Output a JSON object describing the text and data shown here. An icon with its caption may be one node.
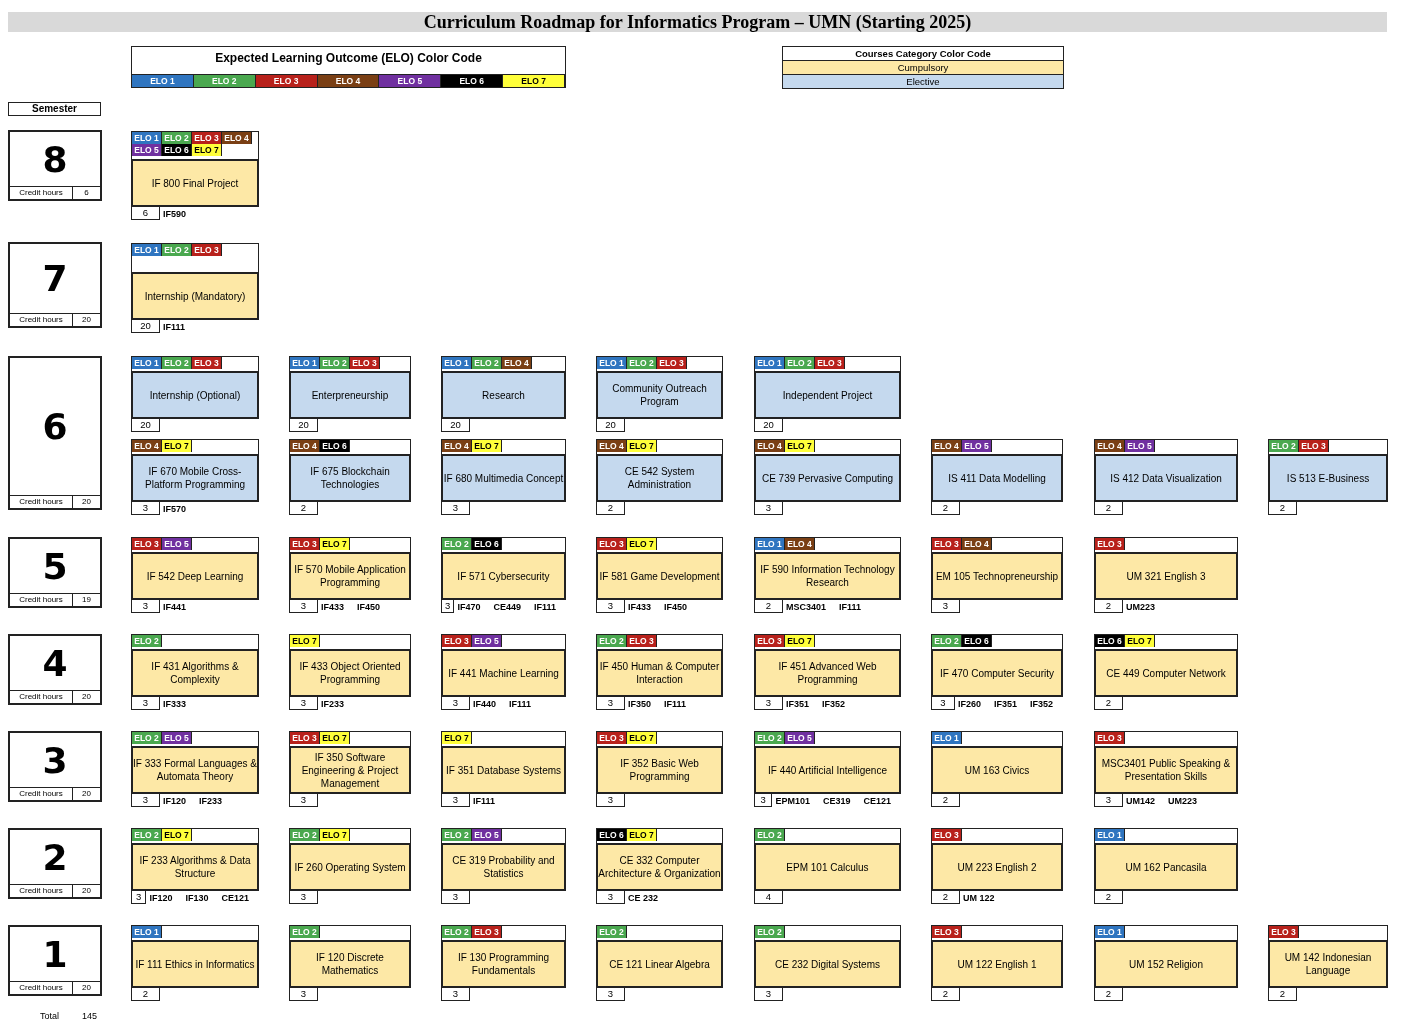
{
  "diagram": {
    "title": "Curriculum Roadmap for Informatics Program – UMN (Starting 2025)",
    "nodes": [
      {
        "text": [
          "8",
          "Credit hours",
          "6"
        ]
      },
      {
        "text": [
          "IF 800 Final Project"
        ],
        "beside": [
          "ELO 1",
          "ELO 2",
          "ELO 3",
          "ELO 4",
          "ELO 5",
          "ELO 6",
          "ELO 7",
          "6",
          "IF590"
        ]
      },
      {
        "text": [
          "7",
          "Credit hours",
          "20"
        ]
      },
      {
        "text": [
          "Internship (Mandatory)"
        ],
        "beside": [
          "ELO 1",
          "ELO 2",
          "ELO 3",
          "20",
          "IF111"
        ]
      },
      {
        "text": [
          "6",
          "Credit hours",
          "20"
        ]
      },
      {
        "text": [
          "Internship (Optional)"
        ],
        "beside": [
          "ELO 1",
          "ELO 2",
          "ELO 3",
          "20"
        ]
      },
      {
        "text": [
          "Enterpreneurship"
        ],
        "beside": [
          "ELO 1",
          "ELO 2",
          "ELO 3",
          "20"
        ]
      },
      {
        "text": [
          "Research"
        ],
        "beside": [
          "ELO 1",
          "ELO 2",
          "ELO 4",
          "20"
        ]
      },
      {
        "text": [
          "Community Outreach Program"
        ],
        "beside": [
          "ELO 1",
          "ELO 2",
          "ELO 3",
          "20"
        ]
      },
      {
        "text": [
          "Independent Project"
        ],
        "beside": [
          "ELO 1",
          "ELO 2",
          "ELO 3",
          "20"
        ]
      },
      {
        "text": [
          "IF 670 Mobile Cross-Platform Programming"
        ],
        "beside": [
          "ELO 4",
          "ELO 7",
          "3",
          "IF570"
        ]
      },
      {
        "text": [
          "IF 675 Blockchain Technologies"
        ],
        "beside": [
          "ELO 4",
          "ELO 6",
          "2"
        ]
      },
      {
        "text": [
          "IF 680 Multimedia Concept"
        ],
        "beside": [
          "ELO 4",
          "ELO 7",
          "3"
        ]
      },
      {
        "text": [
          "CE 542 System Administration"
        ],
        "beside": [
          "ELO 4",
          "ELO 7",
          "2"
        ]
      },
      {
        "text": [
          "CE 739 Pervasive Computing"
        ],
        "beside": [
          "ELO 4",
          "ELO 7",
          "3"
        ]
      },
      {
        "text": [
          "IS 411 Data Modelling"
        ],
        "beside": [
          "ELO 4",
          "ELO 5",
          "2"
        ]
      },
      {
        "text": [
          "IS 412 Data Visualization"
        ],
        "beside": [
          "ELO 4",
          "ELO 5",
          "2"
        ]
      },
      {
        "text": [
          "IS 513 E-Business"
        ],
        "beside": [
          "ELO 2",
          "ELO 3",
          "2"
        ]
      },
      {
        "text": [
          "5",
          "Credit hours",
          "19"
        ]
      },
      {
        "text": [
          "IF 542 Deep Learning"
        ],
        "beside": [
          "ELO 3",
          "ELO 5",
          "3",
          "IF441"
        ]
      },
      {
        "text": [
          "IF 570 Mobile Application Programming"
        ],
        "beside": [
          "ELO 3",
          "ELO 7",
          "3",
          "IF433",
          "IF450"
        ]
      },
      {
        "text": [
          "IF 571 Cybersecurity"
        ],
        "beside": [
          "ELO 2",
          "ELO 6",
          "3",
          "IF470",
          "CE449",
          "IF111"
        ]
      },
      {
        "text": [
          "IF 581 Game Development"
        ],
        "beside": [
          "ELO 3",
          "ELO 7",
          "3",
          "IF433",
          "IF450"
        ]
      },
      {
        "text": [
          "IF 590 Information Technology Research"
        ],
        "beside": [
          "ELO 1",
          "ELO 4",
          "2",
          "MSC3401",
          "IF111"
        ]
      },
      {
        "text": [
          "EM 105 Technopreneurship"
        ],
        "beside": [
          "ELO 3",
          "ELO 4",
          "3"
        ]
      },
      {
        "text": [
          "UM 321 English 3"
        ],
        "beside": [
          "ELO 3",
          "2",
          "UM223"
        ]
      },
      {
        "text": [
          "4",
          "Credit hours",
          "20"
        ]
      },
      {
        "text": [
          "IF 431 Algorithms & Complexity"
        ],
        "beside": [
          "ELO 2",
          "3",
          "IF333"
        ]
      },
      {
        "text": [
          "IF 433 Object Oriented Programming"
        ],
        "beside": [
          "ELO 7",
          "3",
          "IF233"
        ]
      },
      {
        "text": [
          "IF 441 Machine Learning"
        ],
        "beside": [
          "ELO 3",
          "ELO 5",
          "3",
          "IF440",
          "IF111"
        ]
      },
      {
        "text": [
          "IF 450 Human & Computer Interaction"
        ],
        "beside": [
          "ELO 2",
          "ELO 3",
          "3",
          "IF350",
          "IF111"
        ]
      },
      {
        "text": [
          "IF 451 Advanced Web Programming"
        ],
        "beside": [
          "ELO 3",
          "ELO 7",
          "3",
          "IF351",
          "IF352"
        ]
      },
      {
        "text": [
          "IF 470 Computer Security"
        ],
        "beside": [
          "ELO 2",
          "ELO 6",
          "3",
          "IF260",
          "IF351",
          "IF352"
        ]
      },
      {
        "text": [
          "CE 449 Computer Network"
        ],
        "beside": [
          "ELO 6",
          "ELO 7",
          "2"
        ]
      },
      {
        "text": [
          "3",
          "Credit hours",
          "20"
        ]
      },
      {
        "text": [
          "IF 333 Formal Languages & Automata Theory"
        ],
        "beside": [
          "ELO 2",
          "ELO 5",
          "3",
          "IF120",
          "IF233"
        ]
      },
      {
        "text": [
          "IF 350 Software Engineering & Project Management"
        ],
        "beside": [
          "ELO 3",
          "ELO 7",
          "3"
        ]
      },
      {
        "text": [
          "IF 351 Database Systems"
        ],
        "beside": [
          "ELO 7",
          "3",
          "IF111"
        ]
      },
      {
        "text": [
          "IF 352 Basic Web Programming"
        ],
        "beside": [
          "ELO 3",
          "ELO 7",
          "3"
        ]
      },
      {
        "text": [
          "IF 440 Artificial Intelligence"
        ],
        "beside": [
          "ELO 2",
          "ELO 5",
          "3",
          "EPM101",
          "CE319",
          "CE121"
        ]
      },
      {
        "text": [
          "UM 163 Civics"
        ],
        "beside": [
          "ELO 1",
          "2"
        ]
      },
      {
        "text": [
          "MSC3401 Public Speaking & Presentation Skills"
        ],
        "beside": [
          "ELO 3",
          "3",
          "UM142",
          "UM223"
        ]
      },
      {
        "text": [
          "2",
          "Credit hours",
          "20"
        ]
      },
      {
        "text": [
          "IF 233 Algorithms & Data Structure"
        ],
        "beside": [
          "ELO 2",
          "ELO 7",
          "3",
          "IF120",
          "IF130",
          "CE121"
        ]
      },
      {
        "text": [
          "IF 260 Operating System"
        ],
        "beside": [
          "ELO 2",
          "ELO 7",
          "3"
        ]
      },
      {
        "text": [
          "CE 319 Probability and Statistics"
        ],
        "beside": [
          "ELO 2",
          "ELO 5",
          "3"
        ]
      },
      {
        "text": [
          "CE 332 Computer Architecture & Organization"
        ],
        "beside": [
          "ELO 6",
          "ELO 7",
          "3",
          "CE 232"
        ]
      },
      {
        "text": [
          "EPM 101 Calculus"
        ],
        "beside": [
          "ELO 2",
          "4"
        ]
      },
      {
        "text": [
          "UM 223 English 2"
        ],
        "beside": [
          "ELO 3",
          "2",
          "UM 122"
        ]
      },
      {
        "text": [
          "UM 162 Pancasila"
        ],
        "beside": [
          "ELO 1",
          "2"
        ]
      },
      {
        "text": [
          "1",
          "Credit hours",
          "20"
        ]
      },
      {
        "text": [
          "IF 111 Ethics in Informatics"
        ],
        "beside": [
          "ELO 1",
          "2"
        ]
      },
      {
        "text": [
          "IF 120 Discrete Mathematics"
        ],
        "beside": [
          "ELO 2",
          "3"
        ]
      },
      {
        "text": [
          "IF 130 Programming Fundamentals"
        ],
        "beside": [
          "ELO 2",
          "ELO 3",
          "3"
        ]
      },
      {
        "text": [
          "CE 121 Linear Algebra"
        ],
        "beside": [
          "ELO 2",
          "3"
        ]
      },
      {
        "text": [
          "CE 232 Digital Systems"
        ],
        "beside": [
          "ELO 2",
          "3"
        ]
      },
      {
        "text": [
          "UM 122 English 1"
        ],
        "beside": [
          "ELO 3",
          "2"
        ]
      },
      {
        "text": [
          "UM 152 Religion"
        ],
        "beside": [
          "ELO 1",
          "2"
        ]
      },
      {
        "text": [
          "UM 142 Indonesian Language"
        ],
        "beside": [
          "ELO 3",
          "2"
        ]
      }
    ],
    "labels": [
      "Expected Learning Outcome (ELO) Color Code",
      "Courses Category Color Code",
      "Semester",
      "Total",
      "145"
    ],
    "legend": [
      {
        "text": "ELO 1",
        "color": "#2f75c0"
      },
      {
        "text": "ELO 2",
        "color": "#4aa84f"
      },
      {
        "text": "ELO 3",
        "color": "#b8211b"
      },
      {
        "text": "ELO 4",
        "color": "#7a3f14"
      },
      {
        "text": "ELO 5",
        "color": "#7030a0"
      },
      {
        "text": "ELO 6",
        "color": "#000000"
      },
      {
        "text": "ELO 7",
        "color": "#ffff3a"
      },
      {
        "text": "Cumpulsory",
        "color": "#fde8a6"
      },
      {
        "text": "Elective",
        "color": "#c5d9ee"
      }
    ]
  }
}
